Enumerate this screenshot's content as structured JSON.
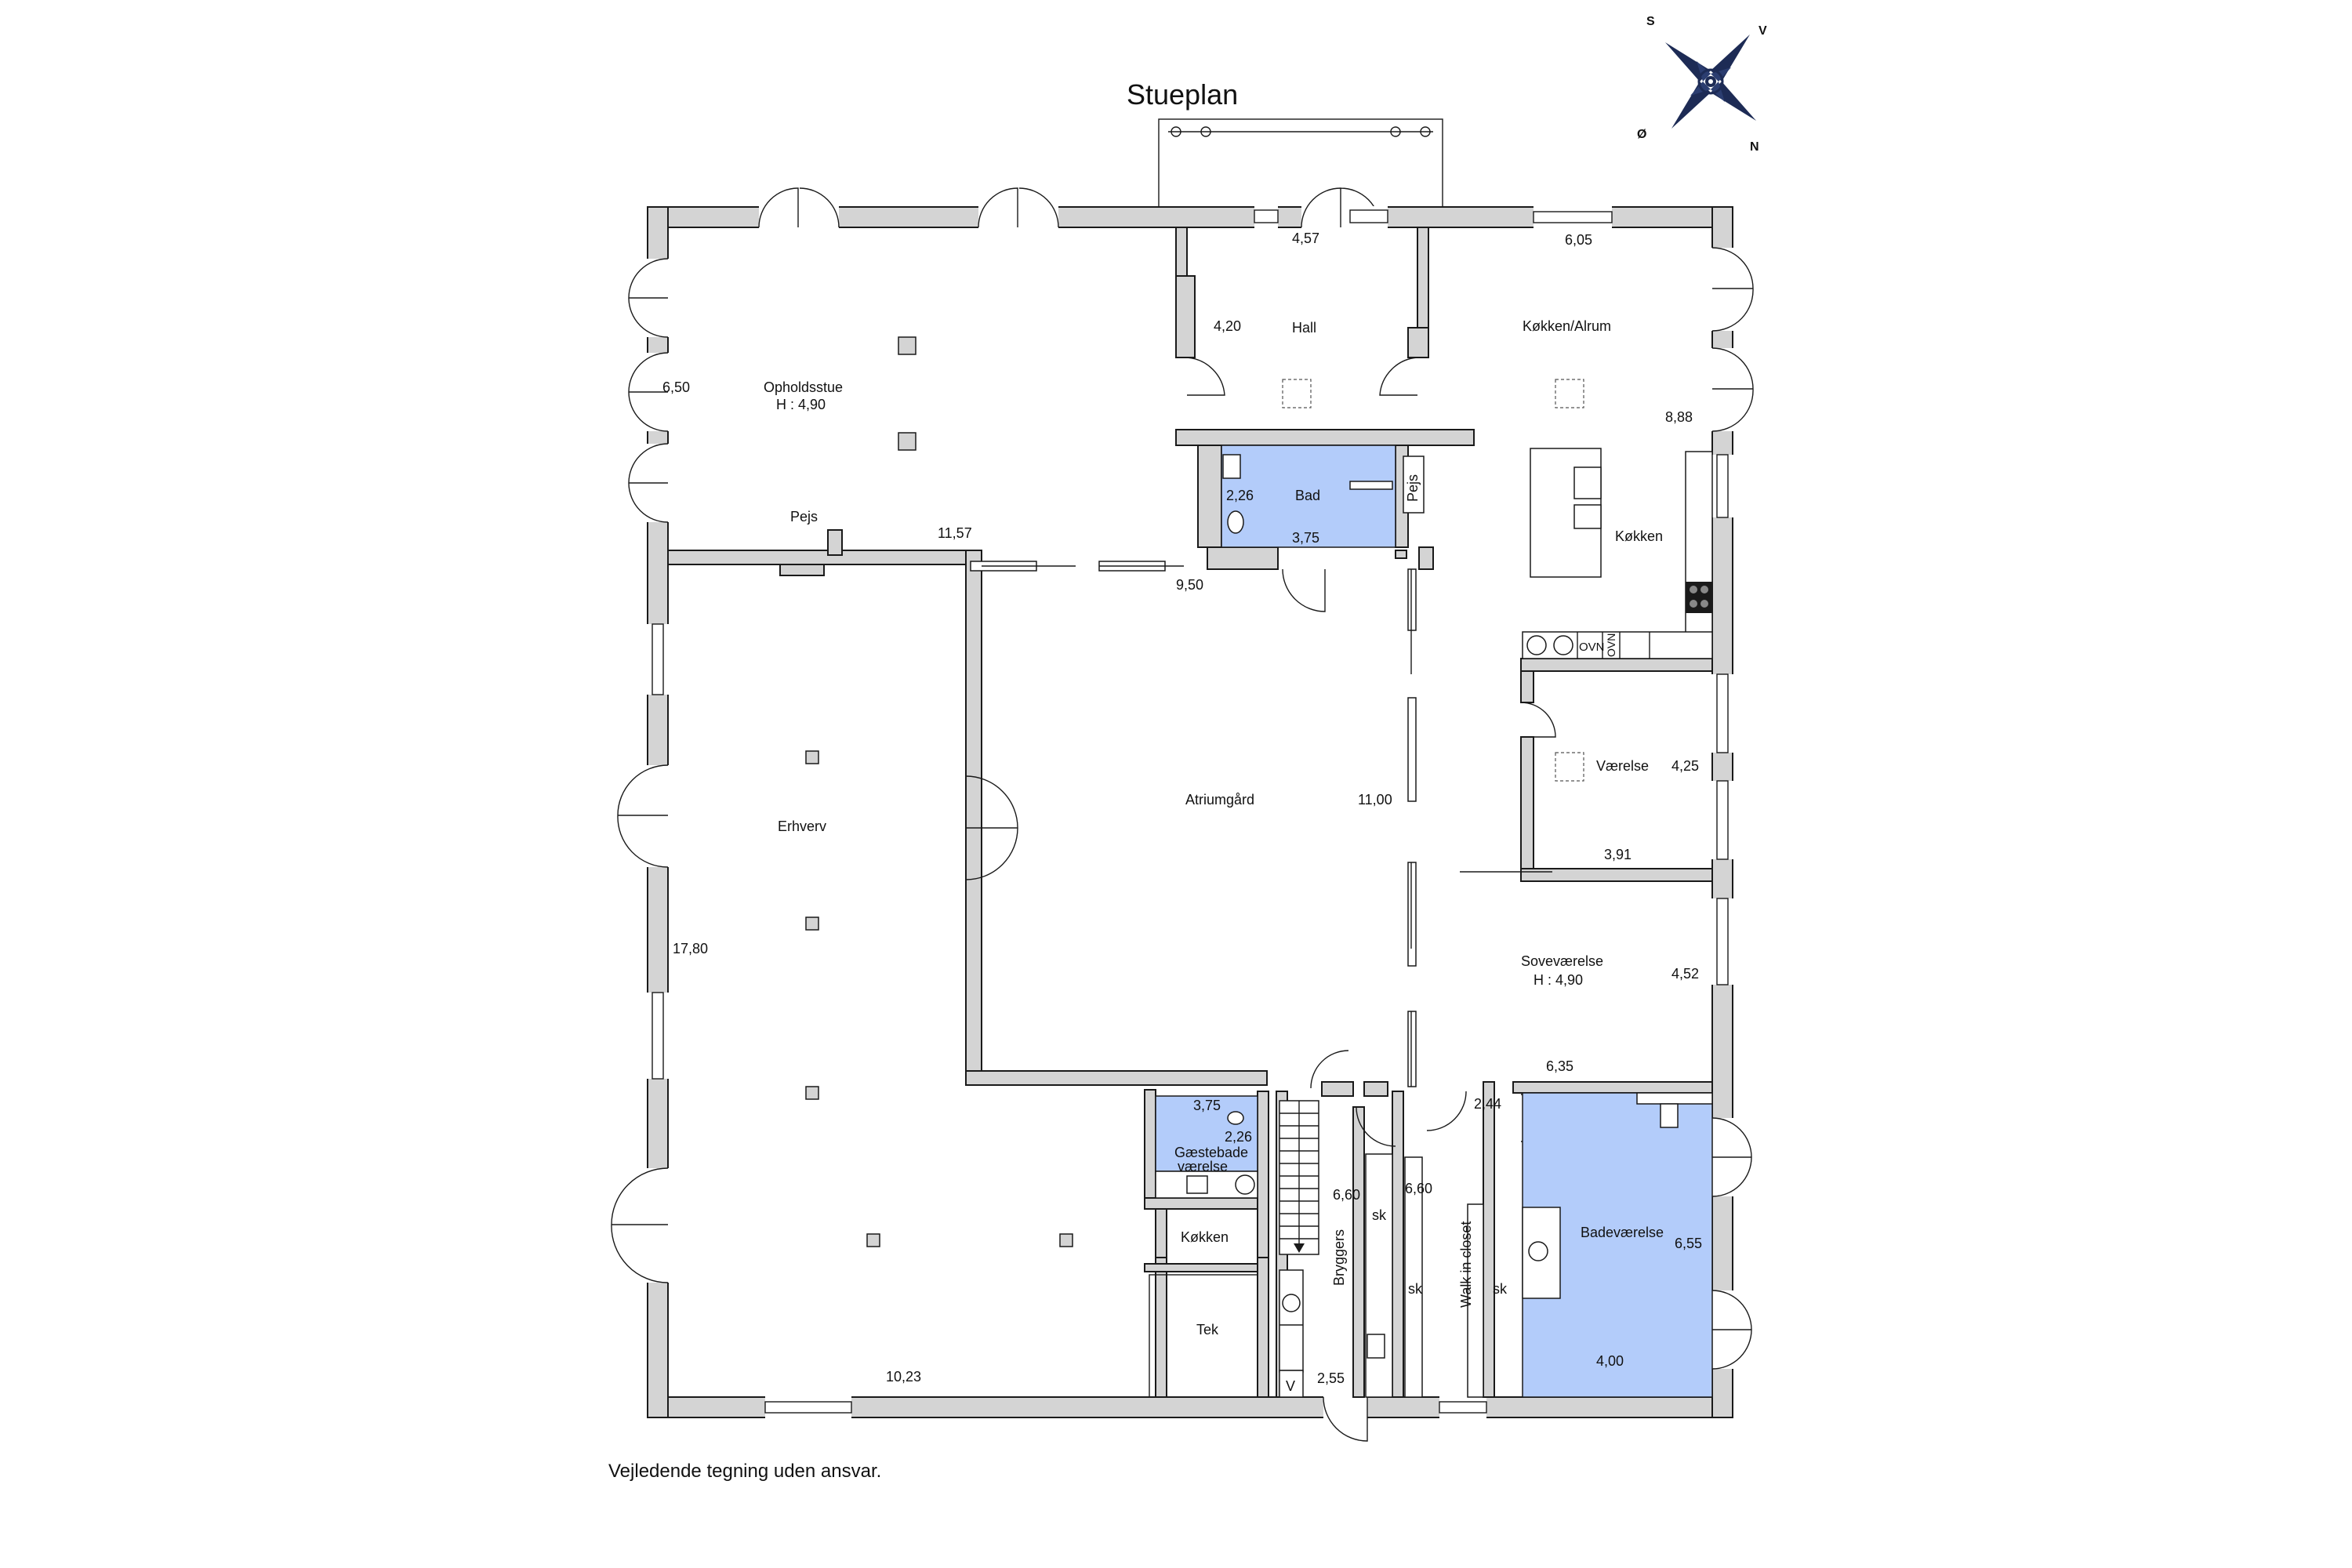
{
  "title": "Stueplan",
  "disclaimer": "Vejledende tegning uden ansvar.",
  "compass": {
    "s": "S",
    "v": "V",
    "o": "Ø",
    "n": "N"
  },
  "colors": {
    "wet_room": "#b3ccfa",
    "wall": "#d4d4d4",
    "line": "#1a1a1a"
  },
  "rooms": {
    "opholdsstue": "Opholdsstue",
    "opholdsstue_h": "H : 4,90",
    "pejs1": "Pejs",
    "hall": "Hall",
    "bad": "Bad",
    "pejs2": "Pejs",
    "kokken_alrum": "Køkken/Alrum",
    "kokken1": "Køkken",
    "ovn1": "OVN",
    "ovn2": "OVN",
    "erhverv": "Erhverv",
    "atriumgard": "Atriumgård",
    "vaerelse": "Værelse",
    "sovevaerelse": "Soveværelse",
    "sovevaerelse_h": "H : 4,90",
    "gaestebad1": "Gæstebade",
    "gaestebad2": "værelse",
    "kokken2": "Køkken",
    "tek": "Tek",
    "bryggers": "Bryggers",
    "walkin": "Walk in closet",
    "badevaerelse": "Badeværelse",
    "sk1": "sk",
    "sk2": "sk",
    "sk3": "sk",
    "v": "V"
  },
  "dims": {
    "d_457": "4,57",
    "d_605": "6,05",
    "d_420": "4,20",
    "d_650": "6,50",
    "d_888": "8,88",
    "d_226a": "2,26",
    "d_375a": "3,75",
    "d_1157": "11,57",
    "d_950": "9,50",
    "d_425": "4,25",
    "d_1100": "11,00",
    "d_391": "3,91",
    "d_1780": "17,80",
    "d_452": "4,52",
    "d_635": "6,35",
    "d_375b": "3,75",
    "d_226b": "2,26",
    "d_244": "2,44",
    "d_660a": "6,60",
    "d_660b": "6,60",
    "d_655": "6,55",
    "d_1023": "10,23",
    "d_255": "2,55",
    "d_400": "4,00"
  }
}
